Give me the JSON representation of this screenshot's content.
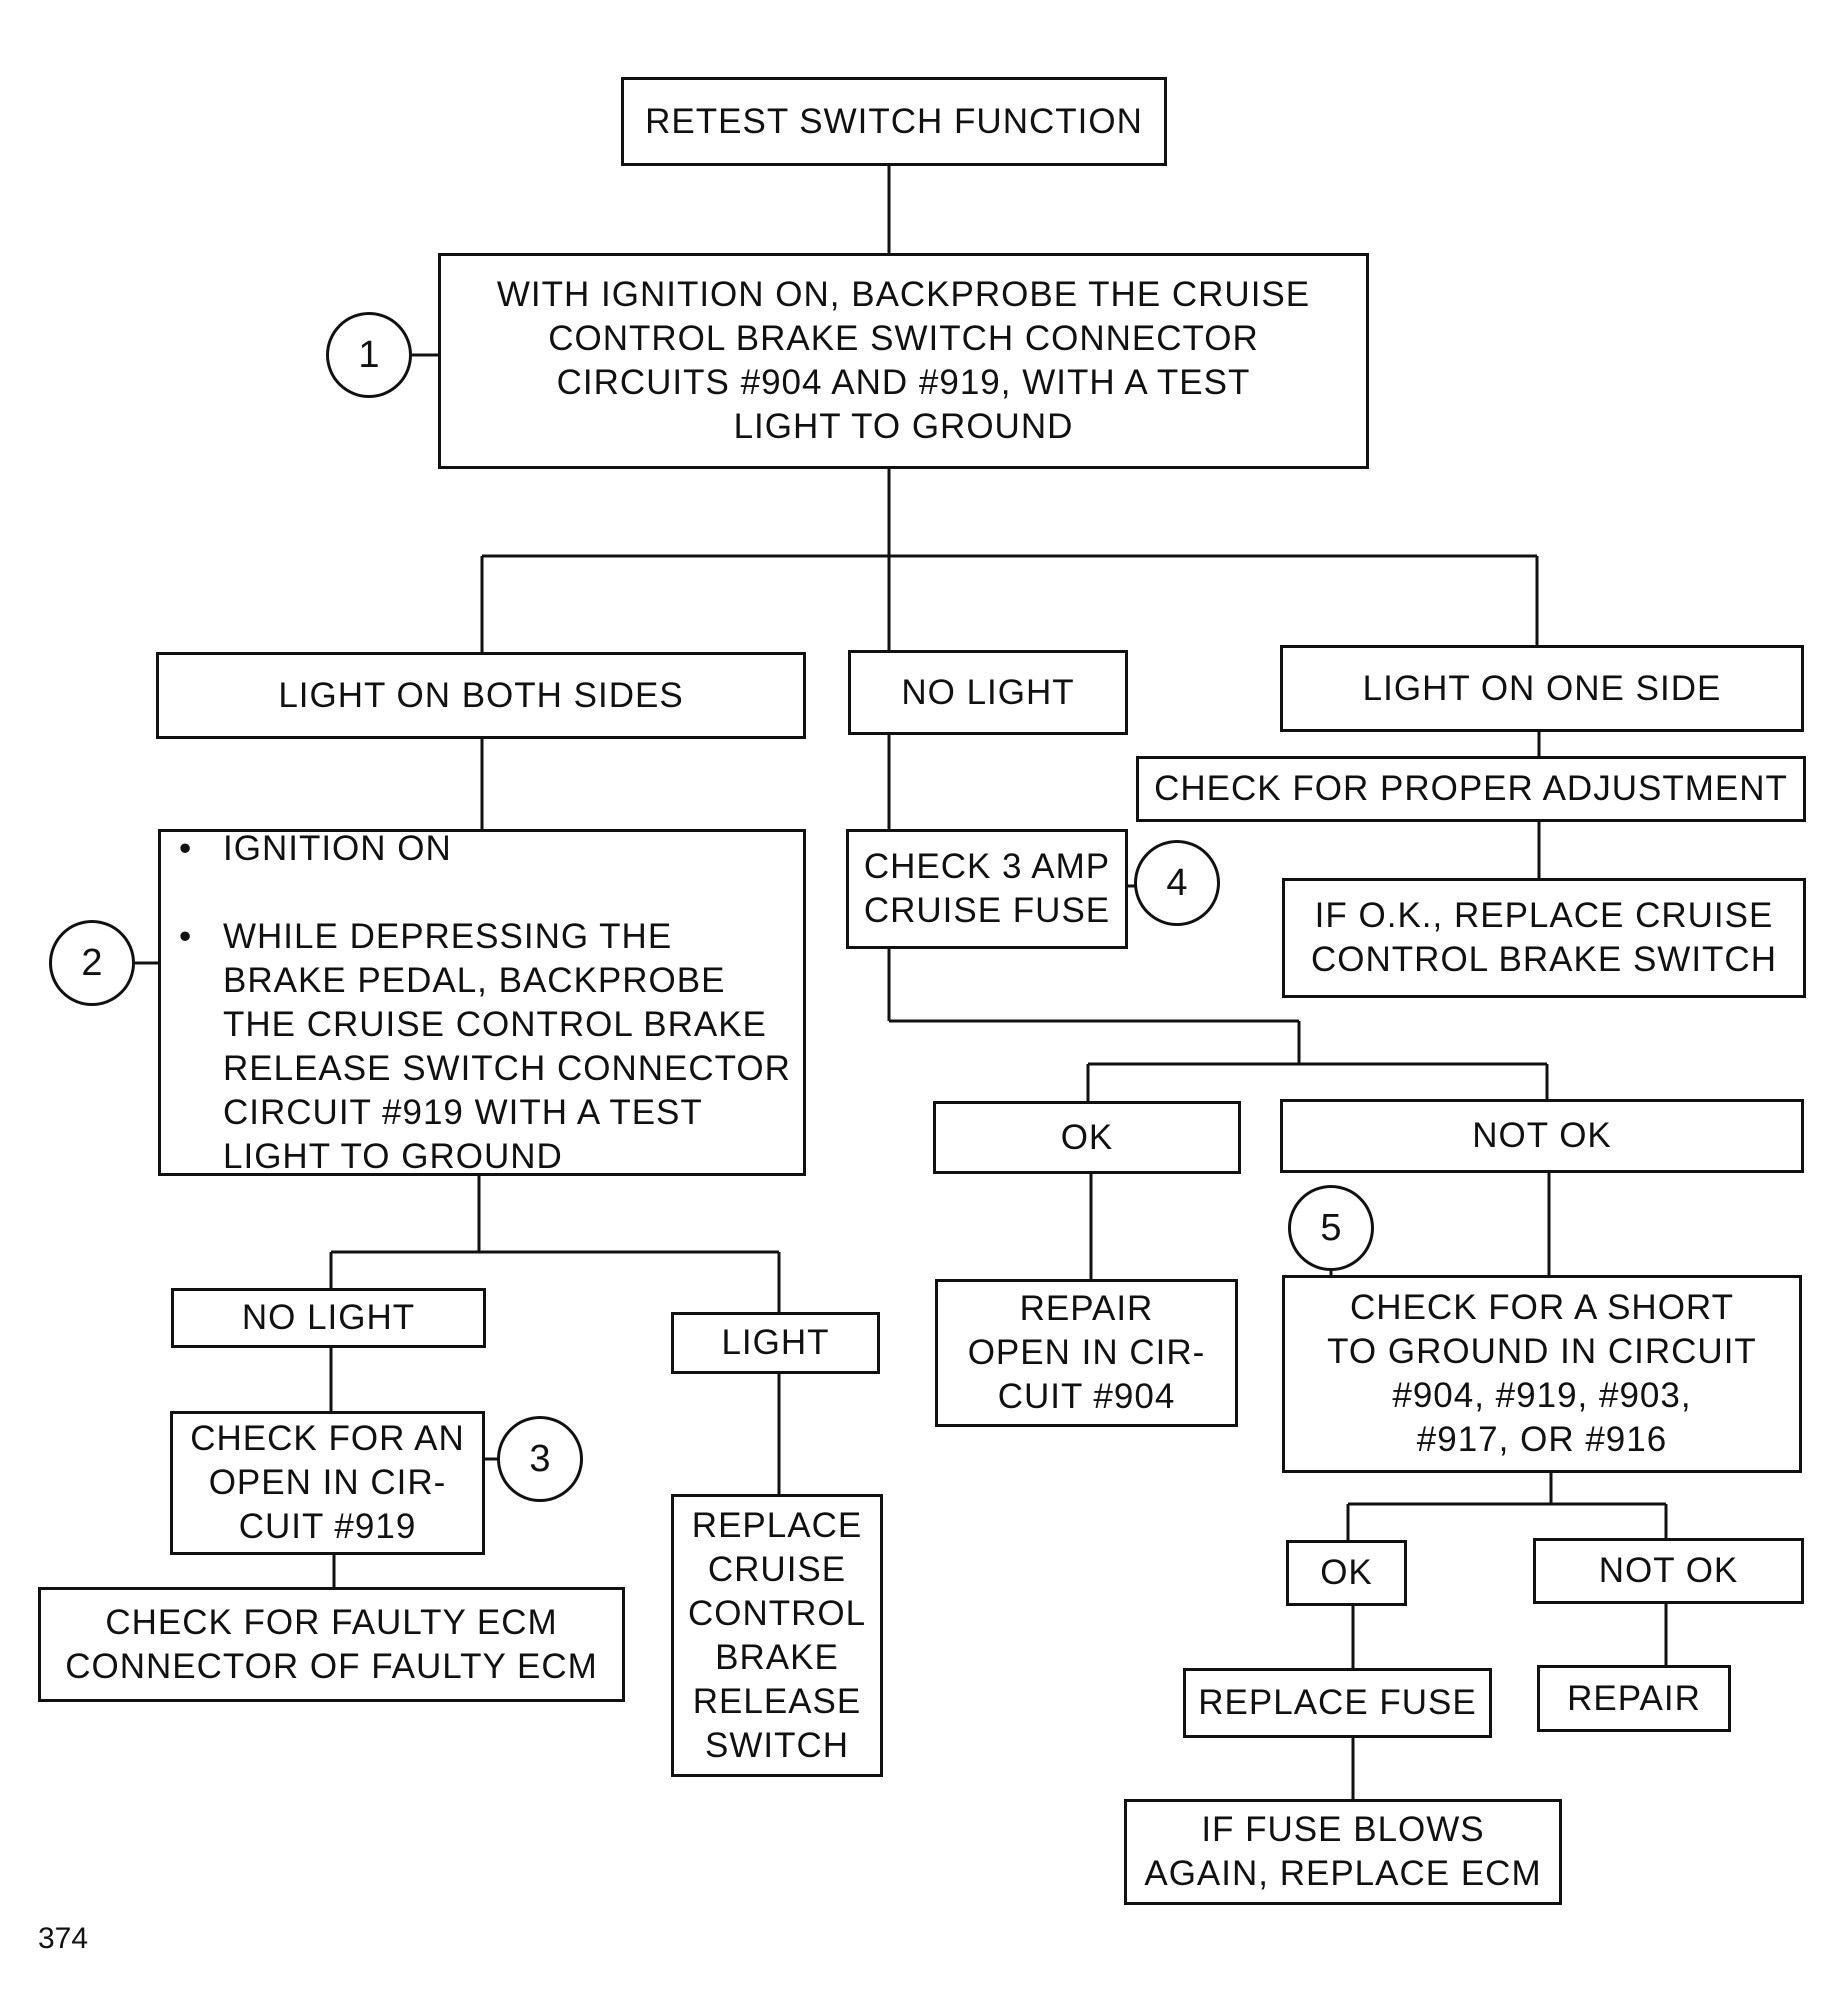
{
  "flowchart": {
    "start": "RETEST SWITCH FUNCTION",
    "step1": {
      "marker": "1",
      "text": "WITH IGNITION ON, BACKPROBE THE CRUISE\nCONTROL BRAKE SWITCH CONNECTOR\nCIRCUITS #904 AND #919, WITH A TEST\nLIGHT TO GROUND"
    },
    "results": {
      "both_sides": "LIGHT ON BOTH SIDES",
      "no_light": "NO LIGHT",
      "one_side": "LIGHT ON ONE SIDE"
    },
    "step2": {
      "marker": "2",
      "bullets": [
        "IGNITION ON",
        "WHILE DEPRESSING THE\nBRAKE PEDAL, BACKPROBE\nTHE CRUISE CONTROL BRAKE\nRELEASE SWITCH CONNECTOR\nCIRCUIT #919 WITH A TEST\nLIGHT TO GROUND"
      ]
    },
    "step2_results": {
      "no_light": "NO LIGHT",
      "light": "LIGHT"
    },
    "step3": {
      "marker": "3",
      "text": "CHECK FOR AN\nOPEN IN CIR-\nCUIT #919"
    },
    "check_ecm": "CHECK FOR FAULTY ECM\nCONNECTOR OF FAULTY ECM",
    "replace_switch": "REPLACE\nCRUISE\nCONTROL\nBRAKE\nRELEASE\nSWITCH",
    "step4": {
      "marker": "4",
      "text": "CHECK 3 AMP\nCRUISE FUSE"
    },
    "fuse_results": {
      "ok": "OK",
      "not_ok": "NOT OK"
    },
    "repair_open": "REPAIR\nOPEN IN CIR-\nCUIT #904",
    "step5": {
      "marker": "5",
      "text": "CHECK FOR A SHORT\nTO GROUND IN CIRCUIT\n#904, #919, #903,\n#917, OR #916"
    },
    "short_results": {
      "ok": "OK",
      "not_ok": "NOT OK"
    },
    "replace_fuse": "REPLACE FUSE",
    "repair": "REPAIR",
    "fuse_blows": "IF FUSE BLOWS\nAGAIN, REPLACE ECM",
    "adjustment": "CHECK FOR PROPER ADJUSTMENT",
    "replace_brake_switch": "IF O.K., REPLACE CRUISE\nCONTROL BRAKE SWITCH"
  },
  "page_number": "374"
}
